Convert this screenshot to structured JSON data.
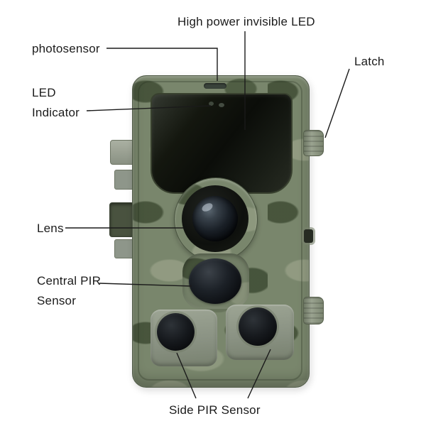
{
  "diagram": {
    "labels": {
      "photosensor": "photosensor",
      "high_power_led": "High power invisible LED",
      "latch": "Latch",
      "led_indicator_1": "LED",
      "led_indicator_2": "Indicator",
      "lens": "Lens",
      "central_pir_1": "Central PIR",
      "central_pir_2": "Sensor",
      "side_pir": "Side PIR Sensor"
    },
    "colors": {
      "background": "#ffffff",
      "camo_base": "#79866c",
      "camo_dark": "#4e5c45",
      "camo_light": "#97a08c",
      "panel_black": "#0c0e0b",
      "hardware_gray": "#9aa390",
      "callout_line": "#1a1a1a",
      "label_text": "#1b1b1b"
    }
  }
}
